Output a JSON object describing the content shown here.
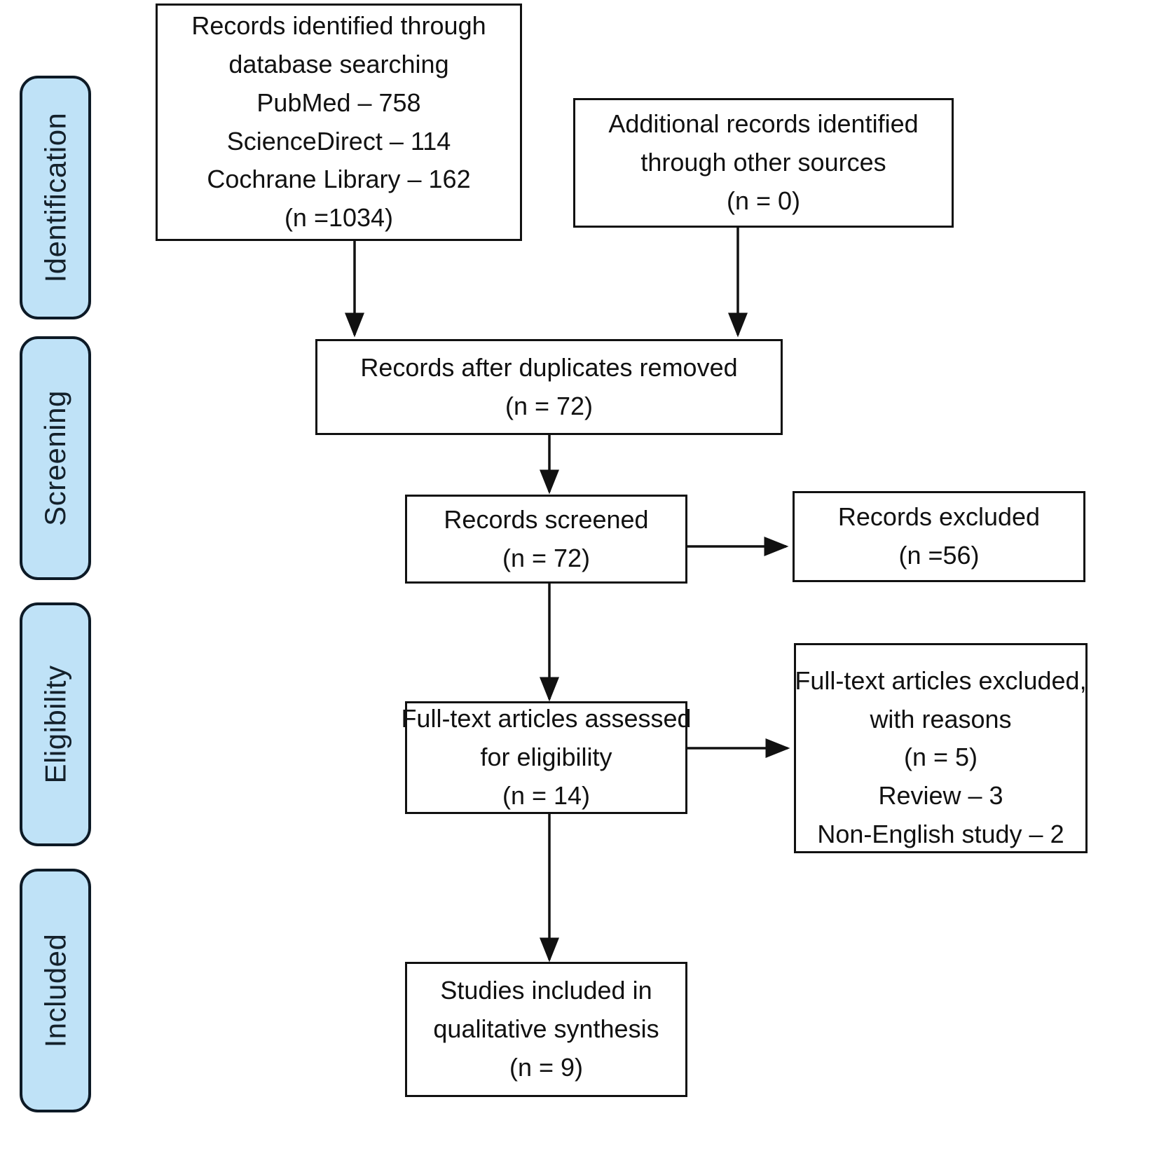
{
  "figure": {
    "type": "prisma-flow-diagram",
    "colors": {
      "stage_pill_fill": "#bfe2f7",
      "stage_pill_border": "#0d1a26",
      "box_border": "#111111",
      "box_fill": "#ffffff",
      "connector": "#111111",
      "text": "#111111"
    }
  },
  "stages": [
    {
      "id": "identification",
      "label": "Identification"
    },
    {
      "id": "screening",
      "label": "Screening"
    },
    {
      "id": "eligibility",
      "label": "Eligibility"
    },
    {
      "id": "included",
      "label": "Included"
    }
  ],
  "boxes": {
    "database_records": {
      "lines": [
        "Records identified through",
        "database searching",
        "PubMed – 758",
        "ScienceDirect – 114",
        "Cochrane Library – 162",
        "(n =1034)"
      ],
      "count": 1034,
      "sources": [
        {
          "name": "PubMed",
          "value": 758
        },
        {
          "name": "ScienceDirect",
          "value": 114
        },
        {
          "name": "Cochrane Library",
          "value": 162
        }
      ]
    },
    "other_sources": {
      "lines": [
        "Additional records identified",
        "through other sources",
        "(n = 0)"
      ],
      "count": 0
    },
    "duplicates_removed": {
      "lines": [
        "Records after duplicates removed",
        "(n = 72)"
      ],
      "count": 72
    },
    "records_screened": {
      "lines": [
        "Records screened",
        "(n = 72)"
      ],
      "count": 72
    },
    "records_excluded": {
      "lines": [
        "Records excluded",
        "(n =56)"
      ],
      "count": 56
    },
    "fulltext_assessed": {
      "lines": [
        "Full-text articles assessed",
        "for eligibility",
        "(n = 14)"
      ],
      "count": 14
    },
    "fulltext_excluded": {
      "lines": [
        "Full-text articles excluded,",
        "with reasons",
        "(n = 5)",
        "Review – 3",
        "Non-English study – 2"
      ],
      "count": 5,
      "reasons": [
        {
          "name": "Review",
          "value": 3
        },
        {
          "name": "Non-English study",
          "value": 2
        }
      ]
    },
    "studies_included": {
      "lines": [
        "Studies included in",
        "qualitative synthesis",
        "(n = 9)"
      ],
      "count": 9
    }
  }
}
